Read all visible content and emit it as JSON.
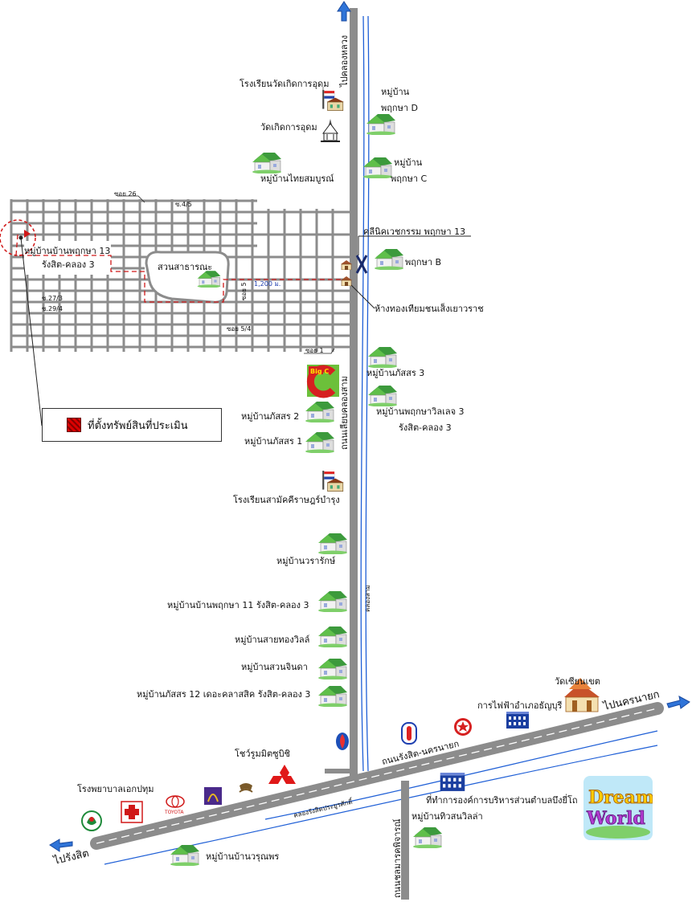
{
  "directions": {
    "north": "ไปคลองหลวง",
    "east": "ไปนครนายก",
    "west": "ไปรังสิต"
  },
  "roads": {
    "main_road": "ถนนเลียบคลองสาม",
    "canal_main": "คลองสาม",
    "highway": "ถนนรังสิต-นครนายก",
    "canal_highway": "คลองรังสิตประยูรศักดิ์",
    "south_road": "ถนนชลมารคพิจารณ์",
    "soi_26": "ซอย 26",
    "soi_4_5": "ซ.4/5",
    "soi_27_3": "ซ.27/3",
    "soi_29_4": "ซ.29/4",
    "soi_5": "ซอย 5",
    "soi_5_4": "ซอย 5/4",
    "soi_1": "ซอย 1",
    "distance": "1,200 ม."
  },
  "subject": {
    "name": "หมู่บ้านบ้านพฤกษา 13",
    "sub": "รังสิต-คลอง 3",
    "park": "สวนสาธารณะ"
  },
  "legend": {
    "label": "ที่ตั้งทรัพย์สินที่ประเมิน"
  },
  "landmarks": {
    "school_top": "โรงเรียนวัดเกิดการอุดม",
    "temple_top": "วัดเกิดการอุดม",
    "village_thai": "หมู่บ้านไทยสมบูรณ์",
    "pruksa_d_1": "หมู่บ้าน",
    "pruksa_d_2": "พฤกษา D",
    "pruksa_c_1": "หมู่บ้าน",
    "pruksa_c_2": "พฤกษา C",
    "clinic": "คลีนิคเวชกรรม พฤกษา 13",
    "pruksa_b": "พฤกษา B",
    "gold_shop": "ห้างทองเทียมชนเส็งเยาวราช",
    "big_c": "Big C",
    "pattara_3": "หมู่บ้านภัสสร 3",
    "pruksa_ville_1": "หมู่บ้านพฤกษาวิลเลจ 3",
    "pruksa_ville_2": "รังสิต-คลอง 3",
    "pattara_2": "หมู่บ้านภัสสร 2",
    "pattara_1": "หมู่บ้านภัสสร 1",
    "school_mid": "โรงเรียนสามัคคีราษฎร์บำรุง",
    "wararak": "หมู่บ้านวรารักษ์",
    "pruksa_11": "หมู่บ้านบ้านพฤกษา 11 รังสิต-คลอง 3",
    "saithong": "หมู่บ้านสายทองวิลล์",
    "suanjinda": "หมู่บ้านสวนจินดา",
    "pattara_12": "หมู่บ้านภัสสร 12 เดอะคลาสสิค รังสิต-คลอง 3",
    "temple_east": "วัดเซียนเขต",
    "electricity": "การไฟฟ้าอำเภอธัญบุรี",
    "showroom": "โชว์รูมมิตซูบิชิ",
    "hospital": "โรงพยาบาลเอกปทุม",
    "toyota": "TOYOTA",
    "tambon_office": "ที่ทำการองค์การบริหารส่วนตำบลบึงยี่โถ",
    "thiwson": "หมู่บ้านทิวสนวิลล่า",
    "worunporn": "หมู่บ้านบ้านวรุณพร",
    "dreamworld_1": "Dream",
    "dreamworld_2": "World"
  },
  "colors": {
    "road": "#8c8c8c",
    "water": "#1f5fd6",
    "marker": "#d01818",
    "arrow": "#2f74d8"
  }
}
